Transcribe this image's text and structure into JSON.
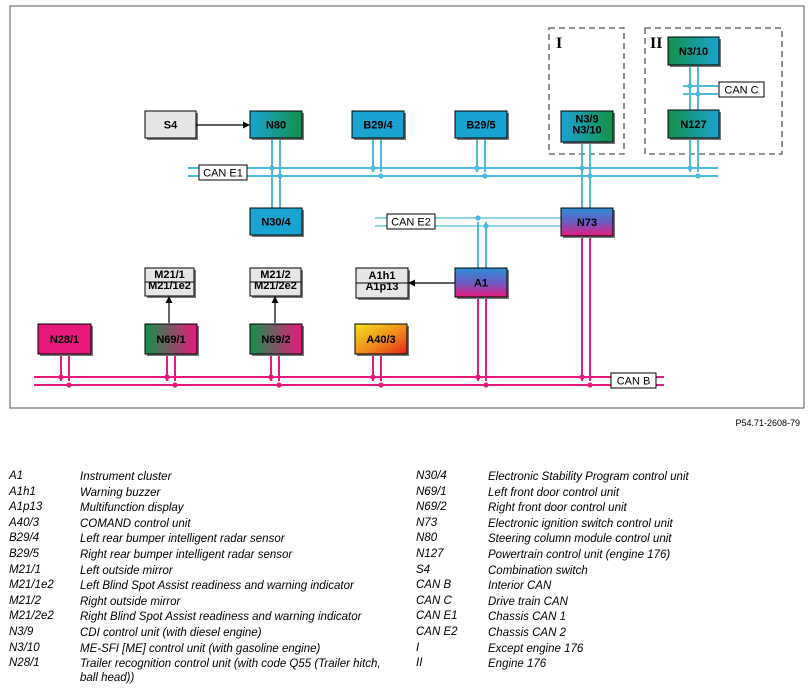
{
  "ref_code": "P54.71-2608-79",
  "groups": [
    {
      "id": "group-i",
      "label": "I"
    },
    {
      "id": "group-ii",
      "label": "II"
    }
  ],
  "buses": [
    {
      "id": "can-e1",
      "label": "CAN E1"
    },
    {
      "id": "can-e2",
      "label": "CAN E2"
    },
    {
      "id": "can-b",
      "label": "CAN B"
    },
    {
      "id": "can-c",
      "label": "CAN C"
    }
  ],
  "modules": [
    {
      "id": "S4",
      "lines": [
        "S4"
      ],
      "fill": "gray"
    },
    {
      "id": "N80",
      "lines": [
        "N80"
      ],
      "fill": "blue-green"
    },
    {
      "id": "B29/4",
      "lines": [
        "B29/4"
      ],
      "fill": "blue"
    },
    {
      "id": "B29/5",
      "lines": [
        "B29/5"
      ],
      "fill": "blue"
    },
    {
      "id": "N3/9",
      "lines": [
        "N3/9",
        "N3/10"
      ],
      "fill": "blue-green"
    },
    {
      "id": "N3/10",
      "lines": [
        "N3/10"
      ],
      "fill": "green-blue"
    },
    {
      "id": "N127",
      "lines": [
        "N127"
      ],
      "fill": "green-blue"
    },
    {
      "id": "N30/4",
      "lines": [
        "N30/4"
      ],
      "fill": "blue"
    },
    {
      "id": "N73",
      "lines": [
        "N73"
      ],
      "fill": "blue-magenta"
    },
    {
      "id": "A1",
      "lines": [
        "A1"
      ],
      "fill": "blue-magenta"
    },
    {
      "id": "A1h1",
      "lines": [
        "A1h1",
        "A1p13"
      ],
      "fill": "gray"
    },
    {
      "id": "M21/1",
      "lines": [
        "M21/1",
        "M21/1e2"
      ],
      "fill": "gray"
    },
    {
      "id": "M21/2",
      "lines": [
        "M21/2",
        "M21/2e2"
      ],
      "fill": "gray"
    },
    {
      "id": "N28/1",
      "lines": [
        "N28/1"
      ],
      "fill": "magenta"
    },
    {
      "id": "N69/1",
      "lines": [
        "N69/1"
      ],
      "fill": "green-magenta"
    },
    {
      "id": "N69/2",
      "lines": [
        "N69/2"
      ],
      "fill": "green-magenta"
    },
    {
      "id": "A40/3",
      "lines": [
        "A40/3"
      ],
      "fill": "yellow-red"
    }
  ],
  "colors": {
    "blue": "#19a3d2",
    "green": "#14914a",
    "magenta": "#e8197d",
    "yellow": "#f4e21a",
    "red": "#e32219",
    "gray": "#e6e6e6",
    "can_b_line": "#e8197d",
    "can_e_line": "#4cbadd",
    "can_e2_line": "#8fd4ea"
  },
  "legend": {
    "left": [
      {
        "code": "A1",
        "desc": "Instrument cluster"
      },
      {
        "code": "A1h1",
        "desc": "Warning buzzer"
      },
      {
        "code": "A1p13",
        "desc": "Multifunction display"
      },
      {
        "code": "A40/3",
        "desc": "COMAND control unit"
      },
      {
        "code": "B29/4",
        "desc": "Left rear bumper intelligent radar sensor"
      },
      {
        "code": "B29/5",
        "desc": "Right rear bumper intelligent radar sensor"
      },
      {
        "code": "M21/1",
        "desc": "Left outside mirror"
      },
      {
        "code": "M21/1e2",
        "desc": "Left Blind Spot Assist readiness and warning indicator"
      },
      {
        "code": "M21/2",
        "desc": "Right outside mirror"
      },
      {
        "code": "M21/2e2",
        "desc": "Right Blind Spot Assist readiness and warning indicator"
      },
      {
        "code": "N3/9",
        "desc": "CDI control unit (with diesel engine)"
      },
      {
        "code": "N3/10",
        "desc": "ME-SFI [ME] control unit (with gasoline engine)"
      },
      {
        "code": "N28/1",
        "desc": "Trailer recognition control unit (with code Q55 (Trailer hitch, ball head))"
      }
    ],
    "right": [
      {
        "code": "N30/4",
        "desc": "Electronic Stability Program control unit"
      },
      {
        "code": "N69/1",
        "desc": "Left front door control unit"
      },
      {
        "code": "N69/2",
        "desc": "Right front door control unit"
      },
      {
        "code": "N73",
        "desc": "Electronic ignition switch control unit"
      },
      {
        "code": "N80",
        "desc": "Steering column module control unit"
      },
      {
        "code": "N127",
        "desc": "Powertrain control unit (engine 176)"
      },
      {
        "code": "S4",
        "desc": "Combination switch"
      },
      {
        "code": "CAN B",
        "desc": "Interior CAN"
      },
      {
        "code": "CAN C",
        "desc": "Drive train CAN"
      },
      {
        "code": "CAN E1",
        "desc": "Chassis CAN 1"
      },
      {
        "code": "CAN E2",
        "desc": "Chassis CAN 2"
      },
      {
        "code": "I",
        "desc": "Except engine 176"
      },
      {
        "code": "II",
        "desc": "Engine 176"
      }
    ]
  }
}
